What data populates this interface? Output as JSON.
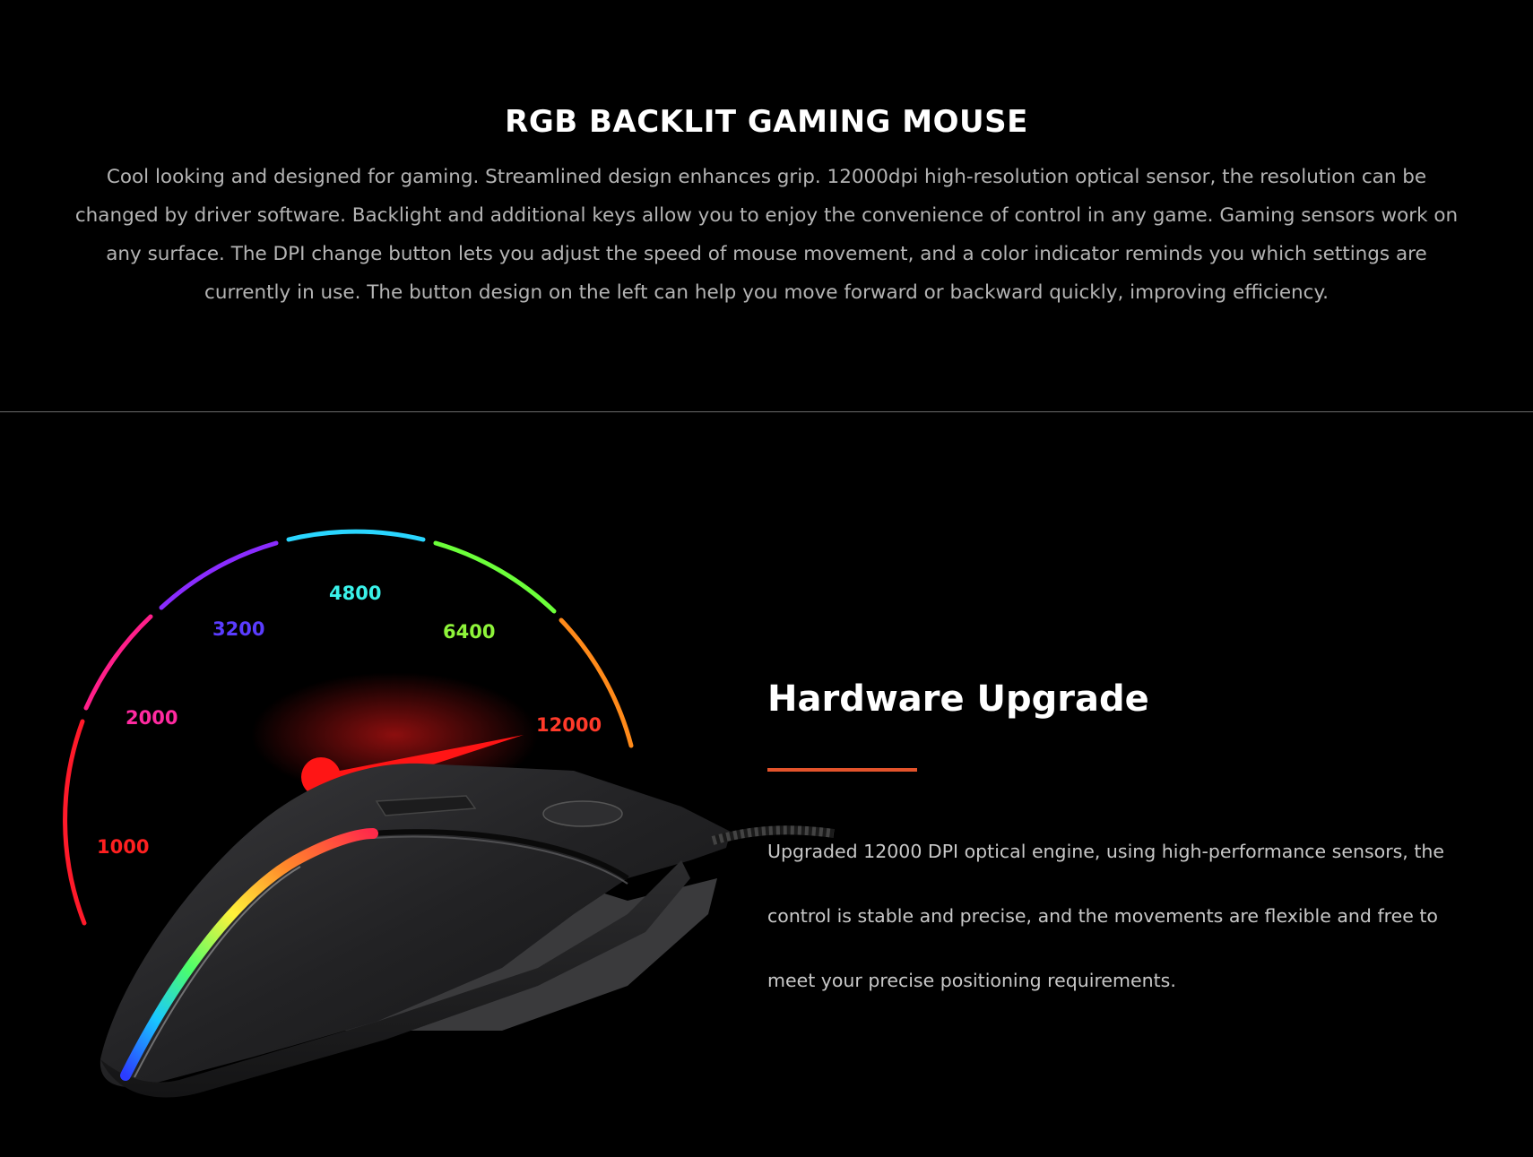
{
  "section_intro": {
    "title": "RGB BACKLIT GAMING MOUSE",
    "description": "Cool looking and designed for gaming. Streamlined design enhances grip. 12000dpi high-resolution optical sensor, the resolution can be changed by driver software. Backlight and additional keys allow you to enjoy the convenience of control in any game. Gaming sensors work on any surface. The DPI change button lets you adjust the speed of mouse movement, and a color indicator reminds you which settings are currently in use. The button design on the left can help you move forward or backward quickly, improving efficiency."
  },
  "dpi_gauge": {
    "labels": [
      {
        "text": "1000",
        "color": "#ff2020"
      },
      {
        "text": "2000",
        "color": "#ff2aa0"
      },
      {
        "text": "3200",
        "color": "#5a3cff"
      },
      {
        "text": "4800",
        "color": "#3af2ea"
      },
      {
        "text": "6400",
        "color": "#8ef43a"
      },
      {
        "text": "12000",
        "color": "#ff3a2a"
      }
    ],
    "needle_color": "#ff1515"
  },
  "feature": {
    "title": "Hardware Upgrade",
    "accent_color": "#e3532b",
    "description": "Upgraded 12000 DPI optical engine, using high-performance sensors, the control is stable and precise, and the movements are flexible and free to meet your precise positioning requirements."
  },
  "colors": {
    "background": "#000000",
    "title_text": "#ffffff",
    "body_text": "#b4b4b4"
  }
}
